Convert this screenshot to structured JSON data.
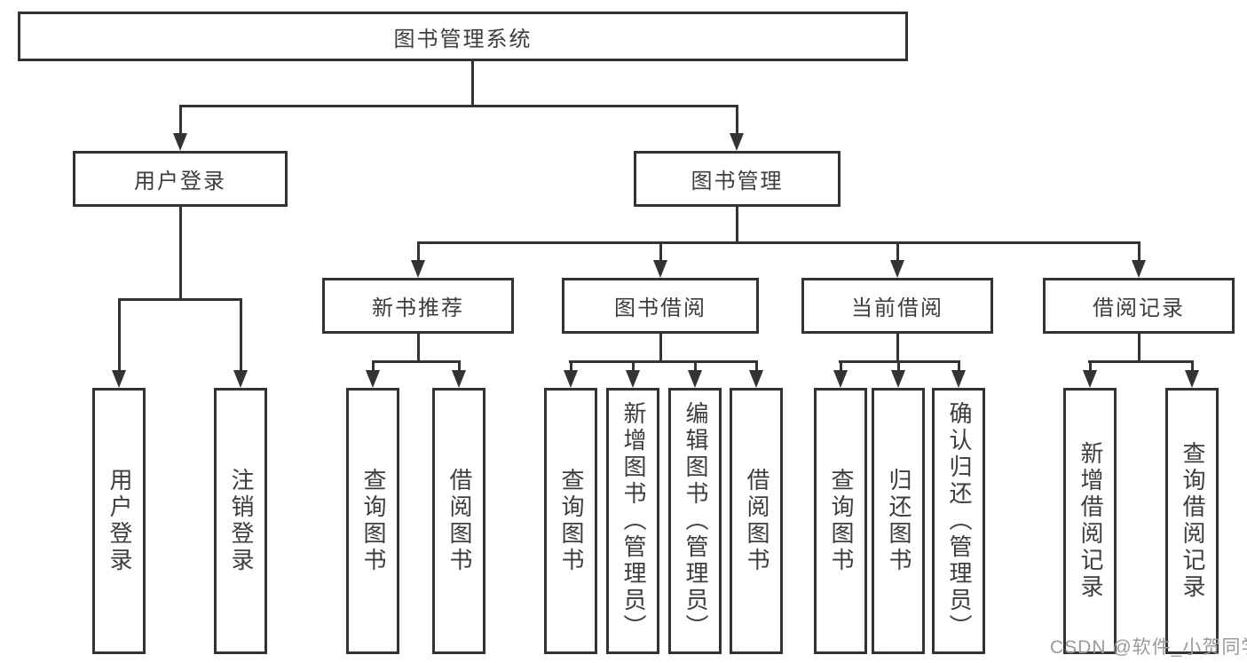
{
  "colors": {
    "line": "#333333",
    "text": "#3d3d3d",
    "background": "#ffffff",
    "watermark": "#9a9a9a"
  },
  "root": {
    "label": "图书管理系统"
  },
  "branches": {
    "user": {
      "label": "用户登录",
      "children": {
        "login": {
          "label": "用户登录"
        },
        "logout": {
          "label": "注销登录"
        }
      }
    },
    "book": {
      "label": "图书管理",
      "children": {
        "newbook": {
          "label": "新书推荐",
          "children": {
            "query": {
              "label": "查询图书"
            },
            "borrow": {
              "label": "借阅图书"
            }
          }
        },
        "borrow": {
          "label": "图书借阅",
          "children": {
            "query": {
              "label": "查询图书"
            },
            "add": {
              "label": "新增图书（管理员）"
            },
            "edit": {
              "label": "编辑图书（管理员）"
            },
            "borrow": {
              "label": "借阅图书"
            }
          }
        },
        "current": {
          "label": "当前借阅",
          "children": {
            "query": {
              "label": "查询图书"
            },
            "return": {
              "label": "归还图书"
            },
            "confirm": {
              "label": "确认归还（管理员）"
            }
          }
        },
        "records": {
          "label": "借阅记录",
          "children": {
            "add": {
              "label": "新增借阅记录"
            },
            "query": {
              "label": "查询借阅记录"
            }
          }
        }
      }
    }
  },
  "watermark": {
    "label": "CSDN @软件_小贺同学"
  }
}
